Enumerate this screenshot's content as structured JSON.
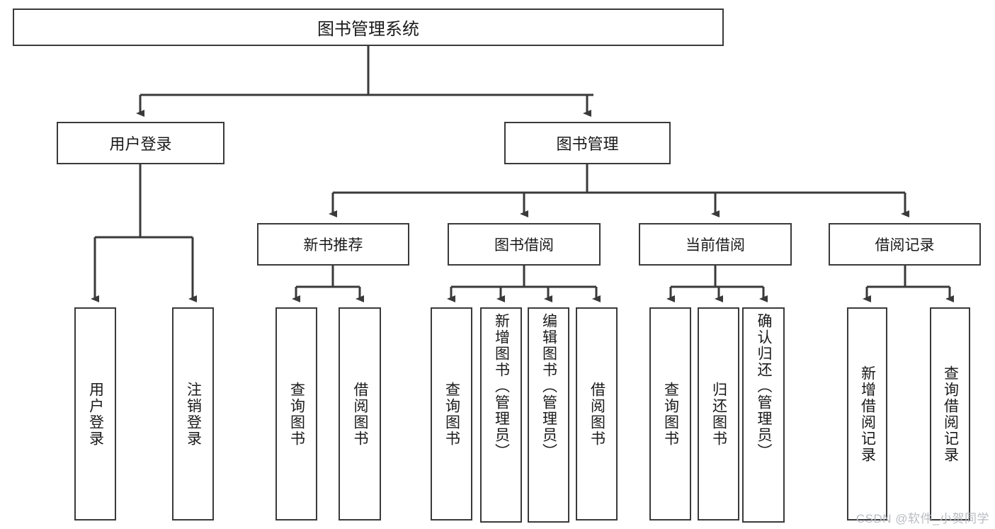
{
  "diagram": {
    "type": "tree",
    "title": "图书管理系统",
    "root": {
      "id": "root",
      "label": "图书管理系统"
    },
    "level2": [
      {
        "id": "user-login",
        "label": "用户登录"
      },
      {
        "id": "book-manage",
        "label": "图书管理"
      }
    ],
    "level3": [
      {
        "id": "new-book-rec",
        "label": "新书推荐",
        "parent": "book-manage"
      },
      {
        "id": "book-borrow",
        "label": "图书借阅",
        "parent": "book-manage"
      },
      {
        "id": "current-borrow",
        "label": "当前借阅",
        "parent": "book-manage"
      },
      {
        "id": "borrow-record",
        "label": "借阅记录",
        "parent": "book-manage"
      }
    ],
    "leaves": [
      {
        "id": "leaf-user-login",
        "label": "用户登录",
        "parent": "user-login"
      },
      {
        "id": "leaf-logout",
        "label": "注销登录",
        "parent": "user-login"
      },
      {
        "id": "leaf-query-book-1",
        "label": "查询图书",
        "parent": "new-book-rec"
      },
      {
        "id": "leaf-borrow-book-1",
        "label": "借阅图书",
        "parent": "new-book-rec"
      },
      {
        "id": "leaf-query-book-2",
        "label": "查询图书",
        "parent": "book-borrow"
      },
      {
        "id": "leaf-add-book",
        "label": "新增图书（管理员）",
        "parent": "book-borrow"
      },
      {
        "id": "leaf-edit-book",
        "label": "编辑图书（管理员）",
        "parent": "book-borrow"
      },
      {
        "id": "leaf-borrow-book-2",
        "label": "借阅图书",
        "parent": "book-borrow"
      },
      {
        "id": "leaf-query-book-3",
        "label": "查询图书",
        "parent": "current-borrow"
      },
      {
        "id": "leaf-return-book",
        "label": "归还图书",
        "parent": "current-borrow"
      },
      {
        "id": "leaf-confirm-return",
        "label": "确认归还（管理员）",
        "parent": "current-borrow"
      },
      {
        "id": "leaf-add-record",
        "label": "新增借阅记录",
        "parent": "borrow-record"
      },
      {
        "id": "leaf-query-record",
        "label": "查询借阅记录",
        "parent": "borrow-record"
      }
    ]
  },
  "watermark": {
    "text": "CSDN @软件_小贺同学"
  },
  "colors": {
    "line": "#3a3a3a",
    "text": "#1a1a1a",
    "background": "#ffffff",
    "watermark": "#b9bcc2"
  }
}
